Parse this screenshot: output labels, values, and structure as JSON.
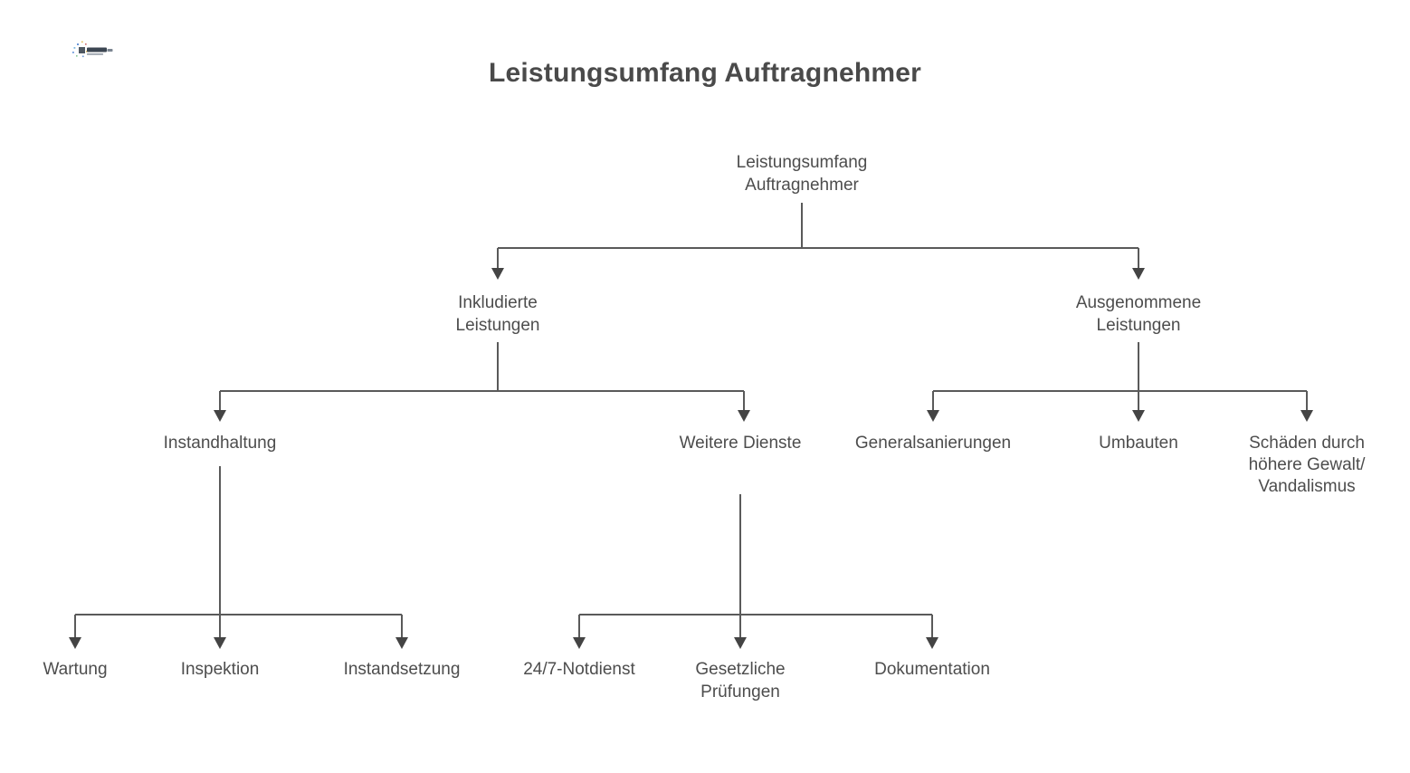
{
  "brand": {
    "logo_icon": "starburst-logo-icon",
    "accent_color": "#3f7fd0"
  },
  "header": {
    "title": "Leistungsumfang Auftragnehmer",
    "title_color": "#4a4a4a"
  },
  "diagram": {
    "type": "tree",
    "line_color": "#5a5a5a",
    "text_color": "#4d4d4d",
    "nodes": {
      "root": {
        "line1": "Leistungsumfang",
        "line2": "Auftragnehmer"
      },
      "included": {
        "line1": "Inkludierte",
        "line2": "Leistungen"
      },
      "excluded": {
        "line1": "Ausgenommene",
        "line2": "Leistungen"
      },
      "maintenance": {
        "line1": "Instandhaltung",
        "line2": ""
      },
      "further_services": {
        "line1": "Weitere Dienste",
        "line2": ""
      },
      "general_renovation": {
        "line1": "Generalsanierungen",
        "line2": ""
      },
      "conversions": {
        "line1": "Umbauten",
        "line2": ""
      },
      "force_majeure": {
        "line1": "Schäden durch",
        "line2": "höhere Gewalt/",
        "line3": "Vandalismus"
      },
      "servicing": {
        "line1": "Wartung",
        "line2": ""
      },
      "inspection": {
        "line1": "Inspektion",
        "line2": ""
      },
      "repair": {
        "line1": "Instandsetzung",
        "line2": ""
      },
      "emergency": {
        "line1": "24/7-Notdienst",
        "line2": ""
      },
      "legal_checks": {
        "line1": "Gesetzliche",
        "line2": "Prüfungen"
      },
      "documentation": {
        "line1": "Dokumentation",
        "line2": ""
      }
    }
  }
}
